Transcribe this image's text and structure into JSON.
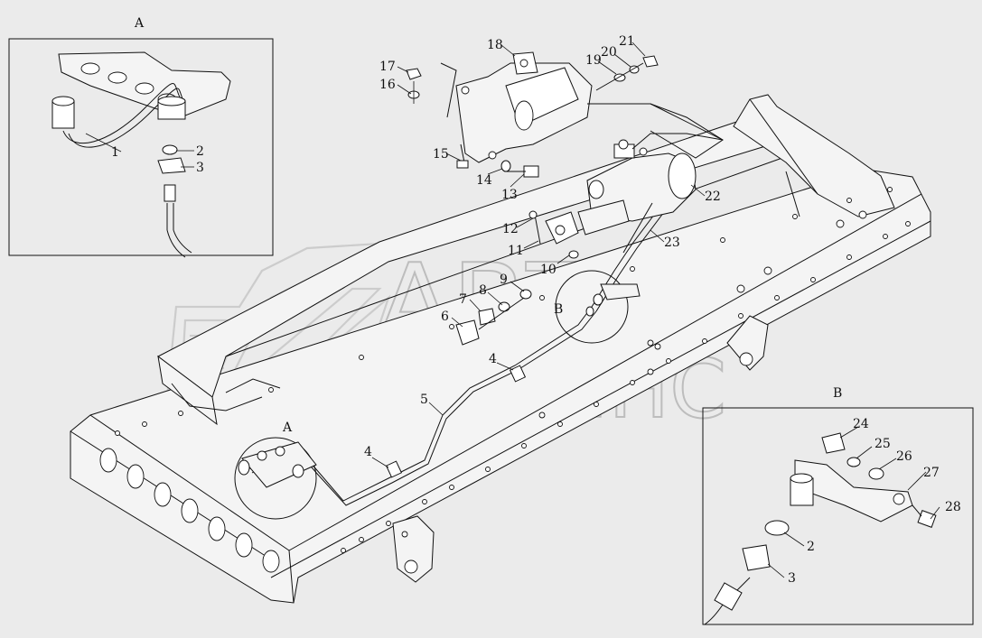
{
  "views": {
    "view_a_label": "A",
    "view_b_label": "B",
    "main_view_a_marker": "A",
    "main_view_b_marker": "B"
  },
  "watermark": {
    "line1": "АВТО",
    "line2": "АЛЬЯНС"
  },
  "callouts": {
    "p1": "1",
    "p2": "2",
    "p3": "3",
    "p4": "4",
    "p4b": "4",
    "p5": "5",
    "p6": "6",
    "p7": "7",
    "p8": "8",
    "p9": "9",
    "p10": "10",
    "p11": "11",
    "p12": "12",
    "p13": "13",
    "p14": "14",
    "p15": "15",
    "p16": "16",
    "p17": "17",
    "p18": "18",
    "p19": "19",
    "p20": "20",
    "p21": "21",
    "p22": "22",
    "p23": "23",
    "b24": "24",
    "b25": "25",
    "b26": "26",
    "b27": "27",
    "b28": "28",
    "b2": "2",
    "b3": "3"
  }
}
